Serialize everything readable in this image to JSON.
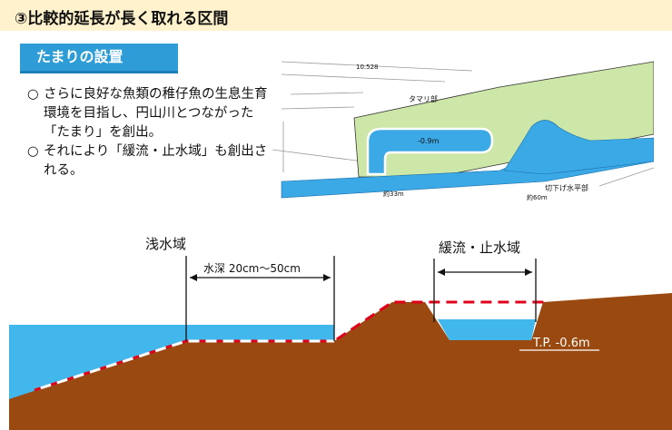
{
  "header": {
    "title": "③比較的延長が長く取れる区間"
  },
  "section_label": "たまりの設置",
  "bullets": [
    {
      "mark": "○",
      "text": "さらに良好な魚類の稚仔魚の生息生育環境を目指し、円山川とつながった「たまり」を創出。"
    },
    {
      "mark": "○",
      "text": "それにより「緩流・止水域」も創出される。"
    }
  ],
  "plan": {
    "label_tamari": "タマリ部",
    "label_depth": "-0.9m",
    "label_kiri": "切下げ水平部",
    "label_top": "10.528",
    "label_w1": "約33m",
    "label_w2": "約60m"
  },
  "diagram": {
    "shallow_label": "浅水域",
    "depth_label": "水深 20cm〜50cm",
    "still_label": "緩流・止水域",
    "tp_label": "T.P. -0.6m"
  },
  "colors": {
    "header_bg": "#fff2cc",
    "accent": "#2e9cd6",
    "soil": "#9a4a10",
    "water": "#42b7ec",
    "dash": "#e0001a",
    "green": "#cde7a8"
  }
}
